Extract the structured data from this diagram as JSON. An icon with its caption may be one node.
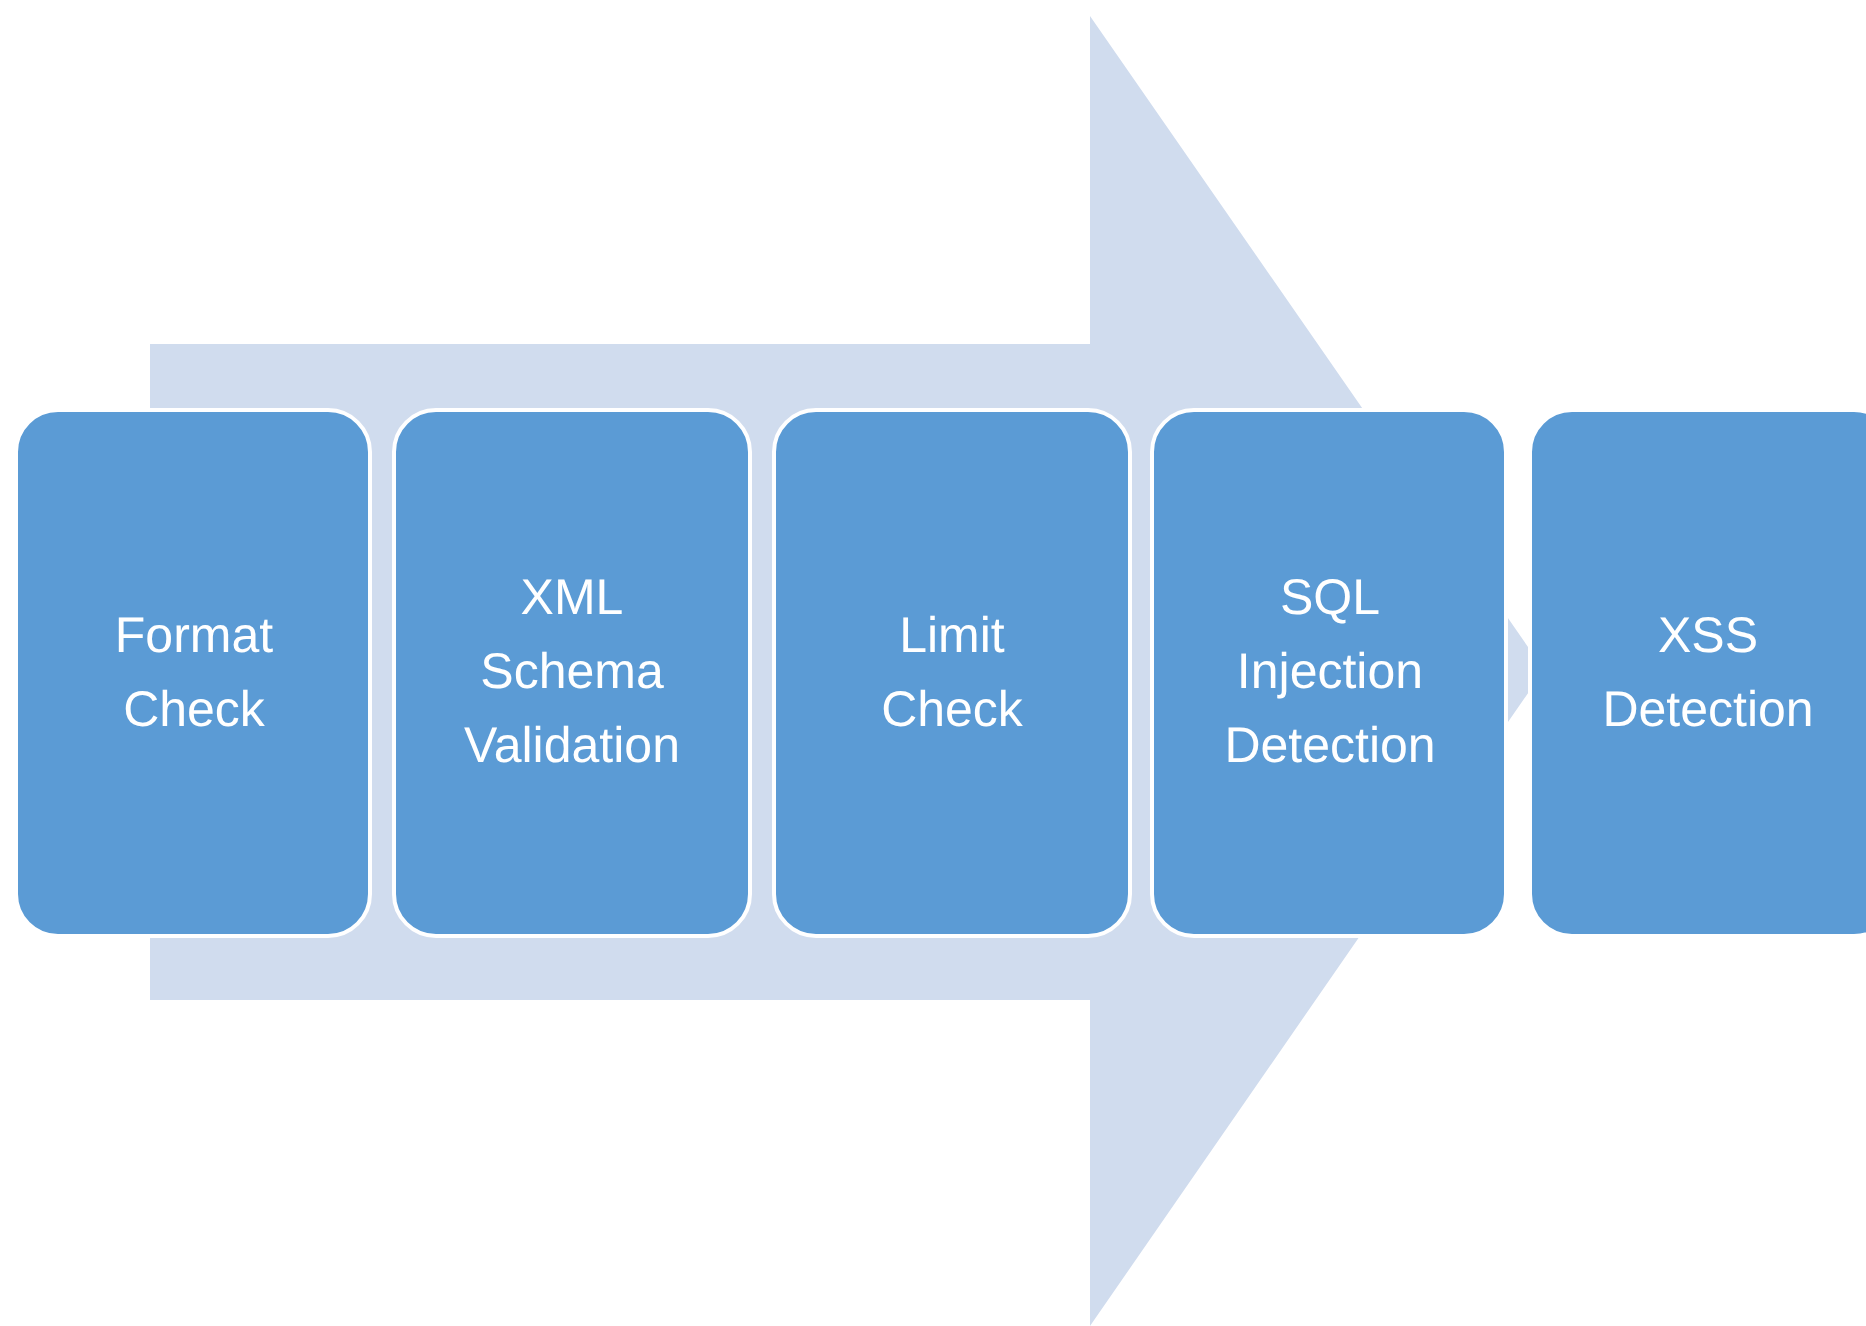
{
  "diagram": {
    "nodes": [
      {
        "text": [
          "Format Check"
        ]
      },
      {
        "text": [
          "XML Schema Validation"
        ]
      },
      {
        "text": [
          "Limit Check"
        ]
      },
      {
        "text": [
          "SQL Injection Detection"
        ]
      },
      {
        "text": [
          "XSS Detection"
        ]
      }
    ],
    "edges": [
      {
        "from": 0,
        "to": 4,
        "arrow": "to"
      }
    ]
  }
}
